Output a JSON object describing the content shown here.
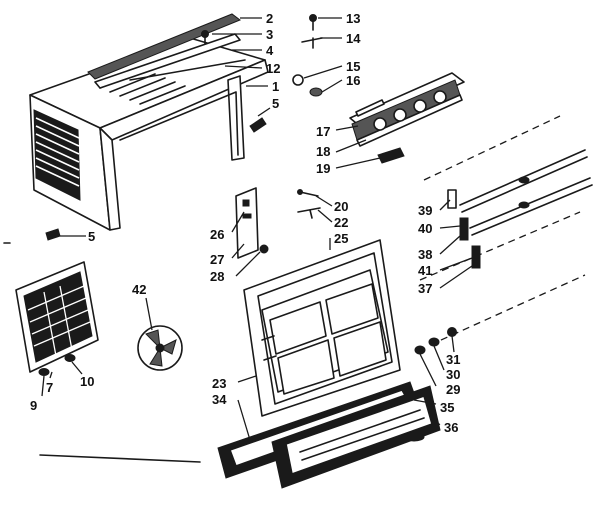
{
  "callouts": {
    "c1": "1",
    "c2": "2",
    "c3": "3",
    "c4": "4",
    "c5a": "5",
    "c5b": "5",
    "c7": "7",
    "c9": "9",
    "c10": "10",
    "c12": "12",
    "c13": "13",
    "c14": "14",
    "c15": "15",
    "c16": "16",
    "c17": "17",
    "c18": "18",
    "c19": "19",
    "c20": "20",
    "c22": "22",
    "c23": "23",
    "c25": "25",
    "c26": "26",
    "c27": "27",
    "c28": "28",
    "c29": "29",
    "c30": "30",
    "c31": "31",
    "c34": "34",
    "c35": "35",
    "c36": "36",
    "c37": "37",
    "c38": "38",
    "c39": "39",
    "c40": "40",
    "c41": "41",
    "c42": "42"
  }
}
